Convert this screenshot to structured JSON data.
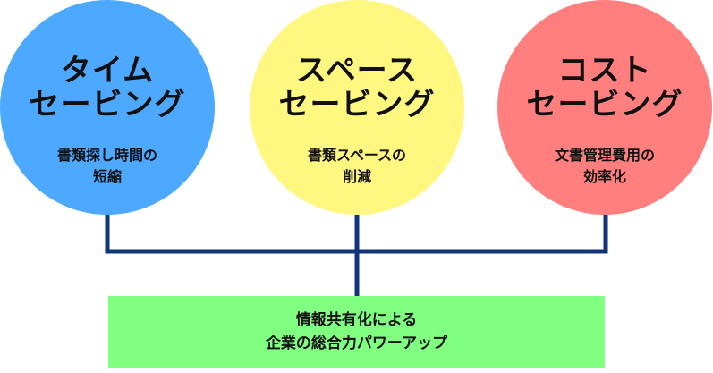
{
  "colors": {
    "circle_blue": "#4DA8FF",
    "circle_yellow": "#FFF780",
    "circle_red": "#FF7F7F",
    "box_green": "#80FF80",
    "connector": "#10357A"
  },
  "circles": [
    {
      "title_lines": [
        "タイム",
        "セービング"
      ],
      "subtitle_lines": [
        "書類探し時間の",
        "短縮"
      ]
    },
    {
      "title_lines": [
        "スペース",
        "セービング"
      ],
      "subtitle_lines": [
        "書類スペースの",
        "削減"
      ]
    },
    {
      "title_lines": [
        "コスト",
        "セービング"
      ],
      "subtitle_lines": [
        "文書管理費用の",
        "効率化"
      ]
    }
  ],
  "result": {
    "lines": [
      "情報共有化による",
      "企業の総合力パワーアップ"
    ]
  }
}
